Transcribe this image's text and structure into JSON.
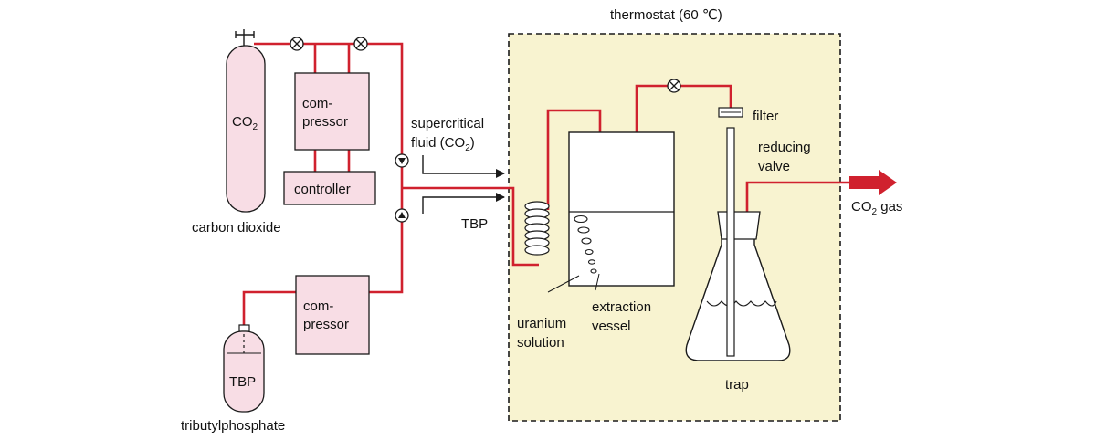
{
  "colors": {
    "pipe": "#d0212e",
    "pink": "#f8dde5",
    "cream": "#f8f3d0",
    "outline": "#1a1a1a"
  },
  "labels": {
    "thermostat": "thermostat (60 ℃)",
    "co2_main": "CO",
    "co2_sub": "2",
    "carbon_dioxide": "carbon dioxide",
    "compressor_top_line1": "com-",
    "compressor_top_line2": "pressor",
    "controller": "controller",
    "compressor_bottom_line1": "com-",
    "compressor_bottom_line2": "pressor",
    "tbp_cylinder": "TBP",
    "tributylphosphate": "tributylphosphate",
    "supercritical_line1": "supercritical",
    "supercritical_line2_main": "fluid (CO",
    "supercritical_line2_sub": "2",
    "supercritical_line2_end": ")",
    "tbp_arrow": "TBP",
    "uranium_line1": "uranium",
    "uranium_line2": "solution",
    "extraction_line1": "extraction",
    "extraction_line2": "vessel",
    "filter": "filter",
    "reducing_line1": "reducing",
    "reducing_line2": "valve",
    "co2gas_main": "CO",
    "co2gas_sub": "2",
    "co2gas_end": " gas",
    "trap": "trap"
  },
  "icons": {
    "valve": "circle-x-valve-icon",
    "pump": "triangle-pump-icon",
    "coil": "heating-coil-icon",
    "flow_arrow": "arrow-right-icon"
  }
}
